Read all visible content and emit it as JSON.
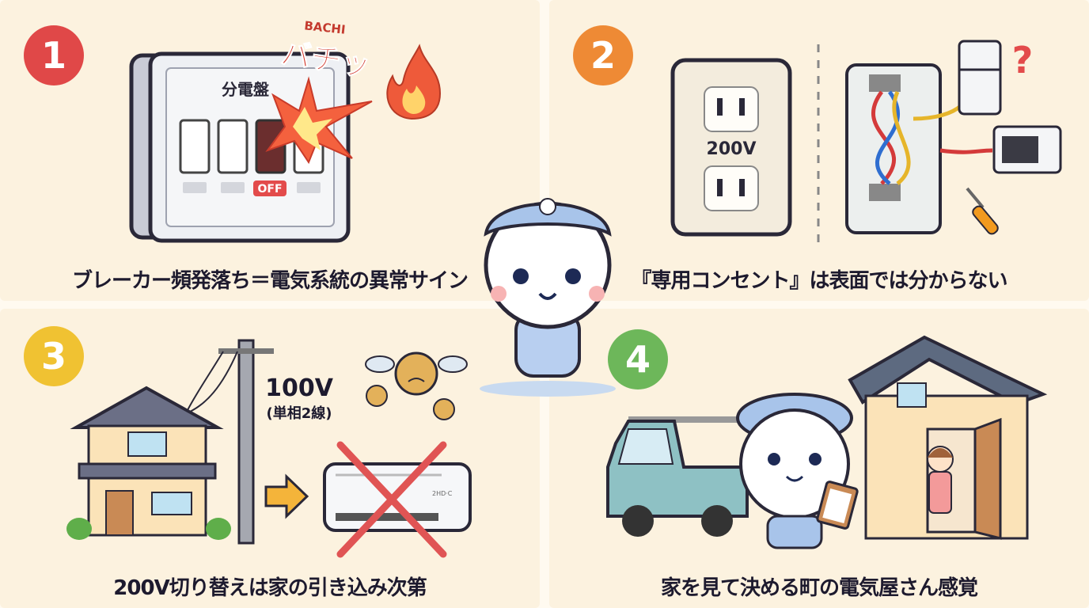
{
  "colors": {
    "background": "#fcf2df",
    "badge_1": "#e04848",
    "badge_2": "#ee8a35",
    "badge_3": "#f0c232",
    "badge_4": "#6db75a",
    "alert_red": "#e34b4b",
    "text": "#1d1a2e"
  },
  "panels": [
    {
      "number": "1",
      "caption": "ブレーカー頻発落ち＝電気系統の異常サイン",
      "labels": {
        "panel": "分電盤",
        "sound": "バチッ",
        "sound_romaji": "BACHI",
        "off": "OFF"
      }
    },
    {
      "number": "2",
      "caption": "『専用コンセント』は表面では分からない",
      "labels": {
        "outlet_voltage": "200V",
        "question": "?"
      }
    },
    {
      "number": "3",
      "caption": "200V切り替えは家の引き込み次第",
      "labels": {
        "voltage": "100V",
        "wiring": "(単相2線)",
        "aircon_model": "2HD·C"
      }
    },
    {
      "number": "4",
      "caption": "家を見て決める町の電気屋さん感覚",
      "labels": {}
    }
  ],
  "icons": [
    "breaker-panel-icon",
    "spark-icon",
    "fire-icon",
    "outlet-icon",
    "wiring-box-icon",
    "fridge-icon",
    "microwave-icon",
    "screwdriver-icon",
    "house-icon",
    "utility-pole-icon",
    "arrow-right-icon",
    "coin-with-wings-icon",
    "air-conditioner-icon",
    "cross-mark-icon",
    "mascot-icon",
    "truck-icon",
    "woman-waving-icon",
    "clipboard-icon"
  ]
}
